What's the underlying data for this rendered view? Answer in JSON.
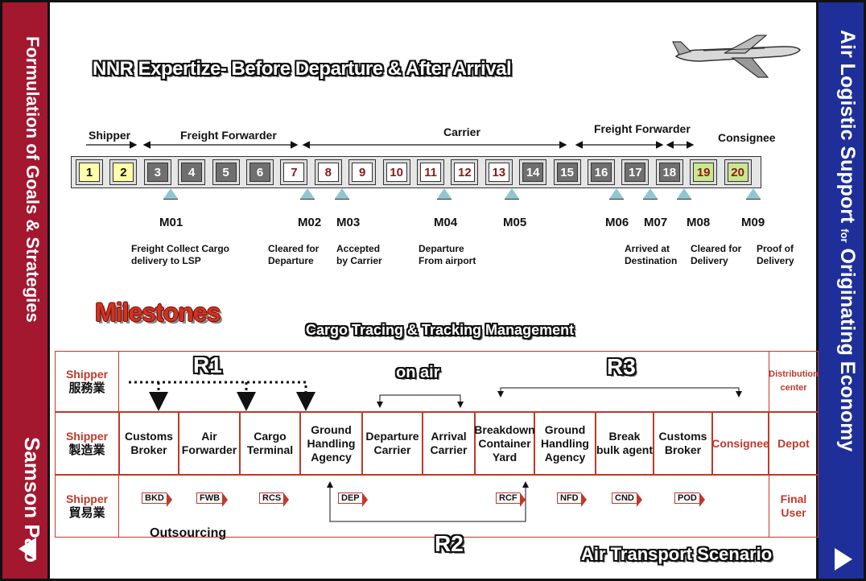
{
  "left_panel": {
    "top_text": "Formulation of Goals & Strategies",
    "bottom_text": "Samson Pao"
  },
  "right_panel": {
    "text_part1": "Air Logistic Support",
    "text_for": "for",
    "text_part2": "Originating Economy"
  },
  "title": "NNR Expertize- Before Departure & After Arrival",
  "parties": {
    "shipper": "Shipper",
    "forwarder1": "Freight Forwarder",
    "carrier": "Carrier",
    "forwarder2": "Freight Forwarder",
    "consignee": "Consignee"
  },
  "steps": [
    "1",
    "2",
    "3",
    "4",
    "5",
    "6",
    "7",
    "8",
    "9",
    "10",
    "11",
    "12",
    "13",
    "14",
    "15",
    "16",
    "17",
    "18",
    "19",
    "20"
  ],
  "milestones": {
    "m01": "M01",
    "m02": "M02",
    "m03": "M03",
    "m04": "M04",
    "m05": "M05",
    "m06": "M06",
    "m07": "M07",
    "m08": "M08",
    "m09": "M09"
  },
  "milestone_notes": {
    "m01": "Freight Collect Cargo delivery to LSP",
    "m02": "Cleared for Departure",
    "m03": "Accepted by Carrier",
    "m04": "Departure From airport",
    "m07": "Arrived at Destination",
    "m08": "Cleared for Delivery",
    "m09": "Proof of Delivery"
  },
  "milestones_heading": "Milestones",
  "tracing_heading": "Cargo Tracing & Tracking Management",
  "r_labels": {
    "r1": "R1",
    "r2": "R2",
    "r3": "R3",
    "on_air": "on air"
  },
  "table": {
    "row_labels": [
      {
        "en": "Shipper",
        "zh": "服務業"
      },
      {
        "en": "Shipper",
        "zh": "製造業"
      },
      {
        "en": "Shipper",
        "zh": "貿易業"
      }
    ],
    "right_labels": [
      "Distribution center",
      "Depot",
      "Final User"
    ],
    "entities": [
      "Customs Broker",
      "Air Forwarder",
      "Cargo Terminal",
      "Ground Handling Agency",
      "Departure Carrier",
      "Arrival Carrier",
      "Breakdown Container Yard",
      "Ground Handling Agency",
      "Break bulk agent",
      "Customs Broker",
      "Consignee"
    ],
    "messages": [
      "BKD",
      "FWB",
      "RCS",
      "DEP",
      "RCF",
      "NFD",
      "CND",
      "POD"
    ]
  },
  "outsourcing": "Outsourcing",
  "scenario": "Air Transport Scenario",
  "colors": {
    "left_panel": "#a3172f",
    "right_panel": "#1e2f9a",
    "accent_red": "#c0392b",
    "step_yellow": "#ffffaa",
    "step_green": "#c8e88f",
    "step_gray": "#6f6f6f"
  }
}
